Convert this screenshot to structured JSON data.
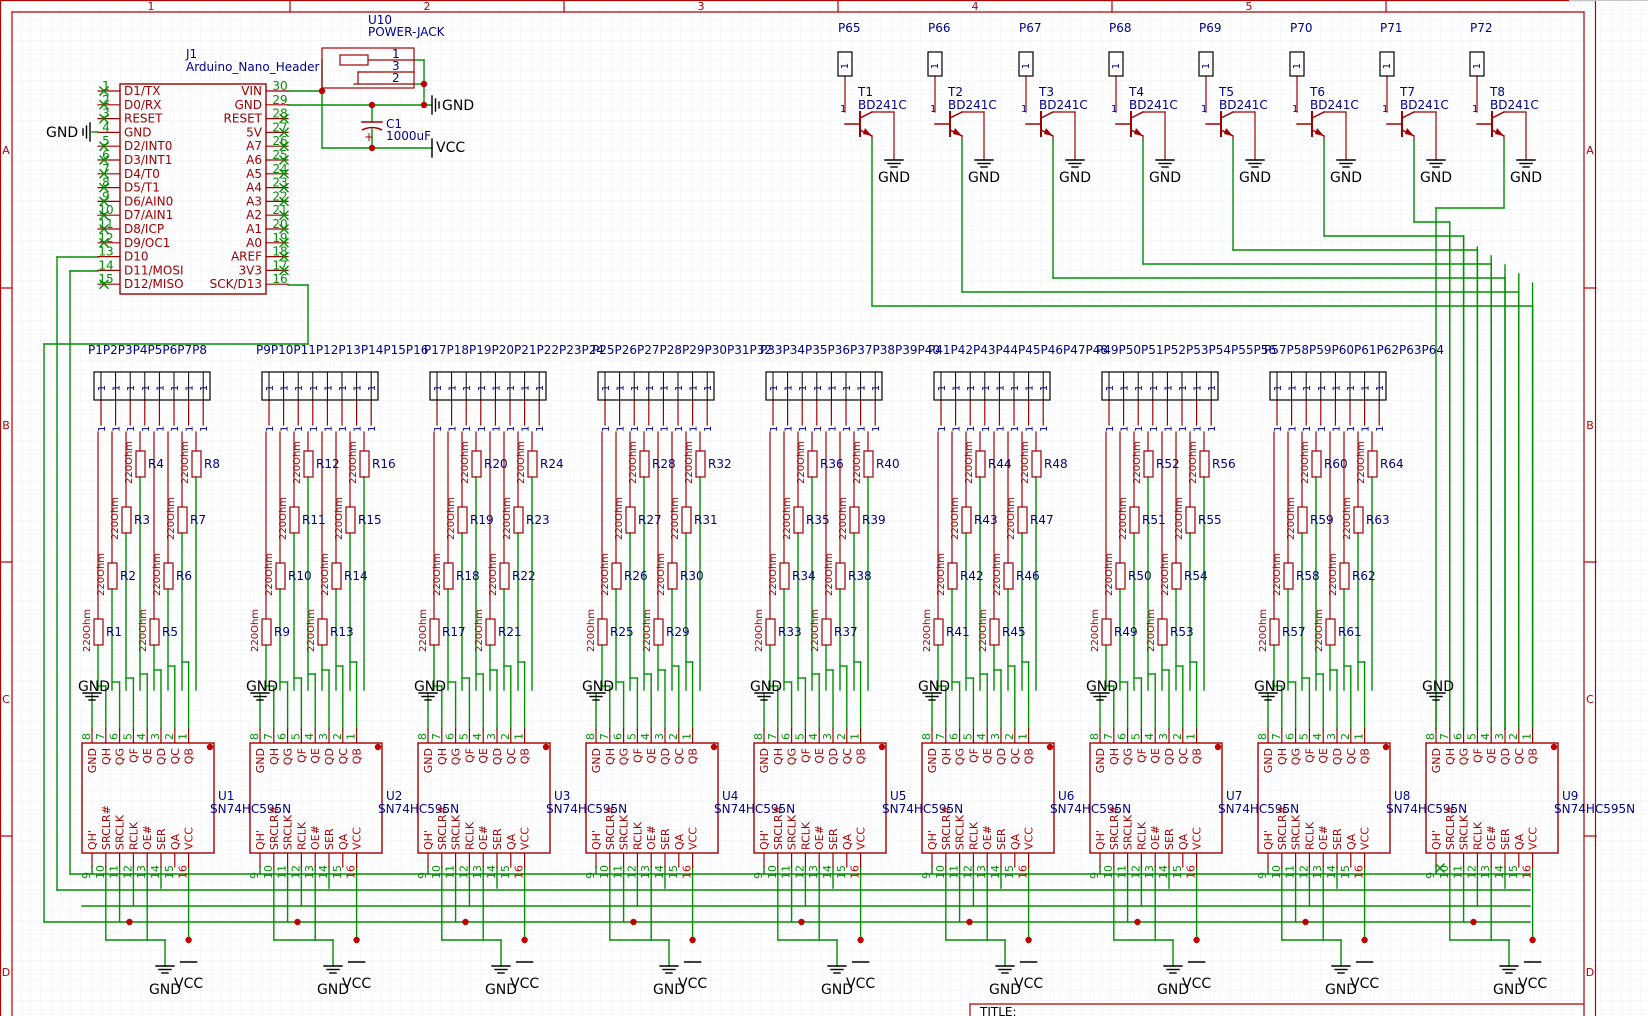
{
  "frame": {
    "columns": [
      "1",
      "2",
      "3",
      "4",
      "5"
    ],
    "rows": [
      "A",
      "B",
      "C",
      "D"
    ],
    "title_label": "TITLE:"
  },
  "arduino": {
    "ref": "J1",
    "name": "Arduino_Nano_Header",
    "left_pins": [
      {
        "num": "1",
        "name": "D1/TX"
      },
      {
        "num": "2",
        "name": "D0/RX"
      },
      {
        "num": "3",
        "name": "RESET"
      },
      {
        "num": "4",
        "name": "GND"
      },
      {
        "num": "5",
        "name": "D2/INT0"
      },
      {
        "num": "6",
        "name": "D3/INT1"
      },
      {
        "num": "7",
        "name": "D4/T0"
      },
      {
        "num": "8",
        "name": "D5/T1"
      },
      {
        "num": "9",
        "name": "D6/AIN0"
      },
      {
        "num": "10",
        "name": "D7/AIN1"
      },
      {
        "num": "11",
        "name": "D8/ICP"
      },
      {
        "num": "12",
        "name": "D9/OC1"
      },
      {
        "num": "13",
        "name": "D10"
      },
      {
        "num": "14",
        "name": "D11/MOSI"
      },
      {
        "num": "15",
        "name": "D12/MISO"
      }
    ],
    "right_pins": [
      {
        "num": "30",
        "name": "VIN"
      },
      {
        "num": "29",
        "name": "GND"
      },
      {
        "num": "28",
        "name": "RESET"
      },
      {
        "num": "27",
        "name": "5V"
      },
      {
        "num": "26",
        "name": "A7"
      },
      {
        "num": "25",
        "name": "A6"
      },
      {
        "num": "24",
        "name": "A5"
      },
      {
        "num": "23",
        "name": "A4"
      },
      {
        "num": "22",
        "name": "A3"
      },
      {
        "num": "21",
        "name": "A2"
      },
      {
        "num": "20",
        "name": "A1"
      },
      {
        "num": "19",
        "name": "A0"
      },
      {
        "num": "18",
        "name": "AREF"
      },
      {
        "num": "17",
        "name": "3V3"
      },
      {
        "num": "16",
        "name": "SCK/D13"
      }
    ],
    "gnd_label": "GND"
  },
  "power_jack": {
    "ref": "U10",
    "name": "POWER-JACK",
    "pins": [
      "1",
      "3",
      "2"
    ],
    "gnd_label": "GND"
  },
  "capacitor": {
    "ref": "C1",
    "value": "1000uF",
    "vcc_label": "VCC",
    "plus": "+"
  },
  "transistors": [
    {
      "ref": "T1",
      "part": "BD241C",
      "header": "P65"
    },
    {
      "ref": "T2",
      "part": "BD241C",
      "header": "P66"
    },
    {
      "ref": "T3",
      "part": "BD241C",
      "header": "P67"
    },
    {
      "ref": "T4",
      "part": "BD241C",
      "header": "P68"
    },
    {
      "ref": "T5",
      "part": "BD241C",
      "header": "P69"
    },
    {
      "ref": "T6",
      "part": "BD241C",
      "header": "P70"
    },
    {
      "ref": "T7",
      "part": "BD241C",
      "header": "P71"
    },
    {
      "ref": "T8",
      "part": "BD241C",
      "header": "P72"
    }
  ],
  "transistor_pin": "1",
  "transistor_gnd": "GND",
  "header_pin": "1",
  "resistor_value": "220Ohm",
  "shift_registers": [
    {
      "ref": "U1",
      "part": "SN74HC595N",
      "headers": "P1P2P3P4P5P6P7P8",
      "res": [
        "R1",
        "R2",
        "R3",
        "R4",
        "R5",
        "R6",
        "R7",
        "R8"
      ]
    },
    {
      "ref": "U2",
      "part": "SN74HC595N",
      "headers": "P9P10P11P12P13P14P15P16",
      "res": [
        "R9",
        "R10",
        "R11",
        "R12",
        "R13",
        "R14",
        "R15",
        "R16"
      ]
    },
    {
      "ref": "U3",
      "part": "SN74HC595N",
      "headers": "P17P18P19P20P21P22P23P24",
      "res": [
        "R17",
        "R18",
        "R19",
        "R20",
        "R21",
        "R22",
        "R23",
        "R24"
      ]
    },
    {
      "ref": "U4",
      "part": "SN74HC595N",
      "headers": "P25P26P27P28P29P30P31P32",
      "res": [
        "R25",
        "R26",
        "R27",
        "R28",
        "R29",
        "R30",
        "R31",
        "R32"
      ]
    },
    {
      "ref": "U5",
      "part": "SN74HC595N",
      "headers": "P33P34P35P36P37P38P39P40",
      "res": [
        "R33",
        "R34",
        "R35",
        "R36",
        "R37",
        "R38",
        "R39",
        "R40"
      ]
    },
    {
      "ref": "U6",
      "part": "SN74HC595N",
      "headers": "P41P42P43P44P45P46P47P48",
      "res": [
        "R41",
        "R42",
        "R43",
        "R44",
        "R45",
        "R46",
        "R47",
        "R48"
      ]
    },
    {
      "ref": "U7",
      "part": "SN74HC595N",
      "headers": "P49P50P51P52P53P54P55P56",
      "res": [
        "R49",
        "R50",
        "R51",
        "R52",
        "R53",
        "R54",
        "R55",
        "R56"
      ]
    },
    {
      "ref": "U8",
      "part": "SN74HC595N",
      "headers": "P57P58P59P60P61P62P63P64",
      "res": [
        "R57",
        "R58",
        "R59",
        "R60",
        "R61",
        "R62",
        "R63",
        "R64"
      ]
    },
    {
      "ref": "U9",
      "part": "SN74HC595N",
      "headers": "",
      "res": []
    }
  ],
  "chip_top_pins": [
    {
      "num": "8",
      "name": "GND"
    },
    {
      "num": "7",
      "name": "QH"
    },
    {
      "num": "6",
      "name": "QG"
    },
    {
      "num": "5",
      "name": "QF"
    },
    {
      "num": "4",
      "name": "QE"
    },
    {
      "num": "3",
      "name": "QD"
    },
    {
      "num": "2",
      "name": "QC"
    },
    {
      "num": "1",
      "name": "QB"
    }
  ],
  "chip_bottom_pins": [
    {
      "num": "9",
      "name": "QH'"
    },
    {
      "num": "10",
      "name": "SRCLR#"
    },
    {
      "num": "11",
      "name": "SRCLK"
    },
    {
      "num": "12",
      "name": "RCLK"
    },
    {
      "num": "13",
      "name": "OE#"
    },
    {
      "num": "14",
      "name": "SER"
    },
    {
      "num": "15",
      "name": "QA"
    },
    {
      "num": "16",
      "name": "VCC"
    }
  ],
  "net_gnd": "GND",
  "net_vcc": "VCC",
  "colors": {
    "frame": "#b00000",
    "symbol": "#a00000",
    "wire": "#009000",
    "pin": "#00008b",
    "junction": "#c00000",
    "grid": "#eceff4"
  }
}
